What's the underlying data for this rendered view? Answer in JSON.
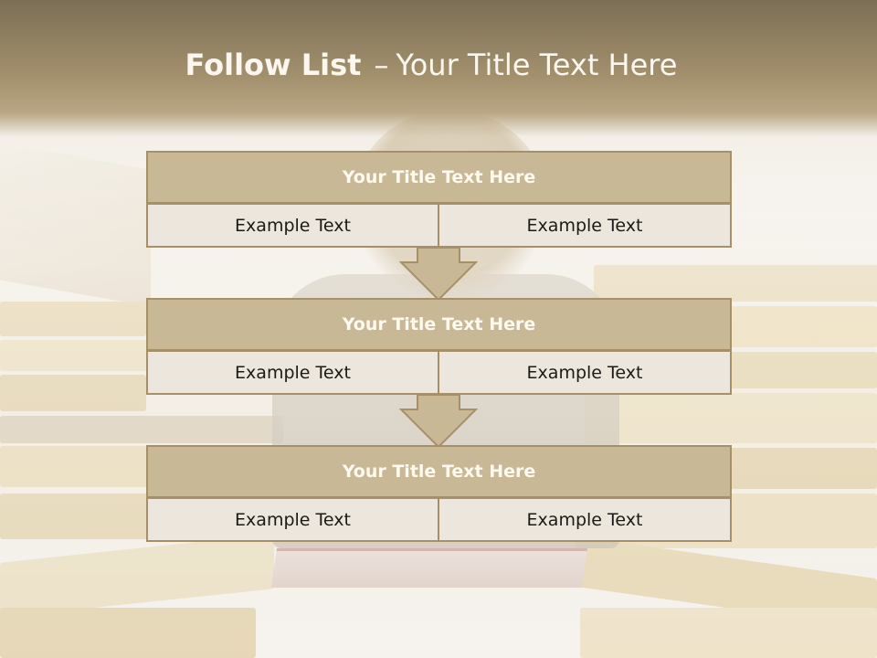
{
  "slide": {
    "title_bold": "Follow List",
    "title_dash": "–",
    "title_rest": "Your Title Text Here"
  },
  "steps": [
    {
      "title": "Your Title Text Here",
      "left_text": "Example Text",
      "right_text": "Example Text"
    },
    {
      "title": "Your Title Text Here",
      "left_text": "Example Text",
      "right_text": "Example Text"
    },
    {
      "title": "Your Title Text Here",
      "left_text": "Example Text",
      "right_text": "Example Text"
    }
  ],
  "colors": {
    "header_fill": "#c8b896",
    "border": "#a69068",
    "cell_fill": "#ece6dc",
    "arrow_fill": "#c8b896"
  }
}
